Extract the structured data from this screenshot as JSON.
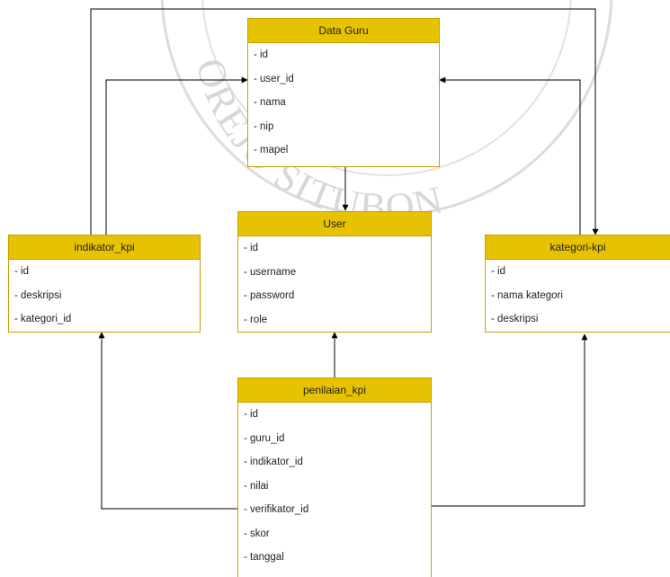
{
  "watermark": {
    "arc_text": "OREJO SITUBON",
    "color": "#d7d7d7"
  },
  "entities": [
    {
      "key": "data_guru",
      "title": "Data Guru",
      "fields": [
        "- id",
        "- user_id",
        "- nama",
        "- nip",
        "- mapel"
      ]
    },
    {
      "key": "user",
      "title": "User",
      "fields": [
        "- id",
        "- username",
        "- password",
        "- role"
      ]
    },
    {
      "key": "indikator_kpi",
      "title": "indikator_kpi",
      "fields": [
        "- id",
        "- deskripsi",
        "- kategori_id"
      ]
    },
    {
      "key": "kategori_kpi",
      "title": "kategori-kpi",
      "fields": [
        "- id",
        "- nama kategori",
        "- deskripsi"
      ]
    },
    {
      "key": "penilaian_kpi",
      "title": "penilaian_kpi",
      "fields": [
        "- id",
        "- guru_id",
        "- indikator_id",
        "- nilai",
        "- verifikator_id",
        "- skor",
        "- tanggal"
      ]
    }
  ],
  "colors": {
    "header_fill": "#e6c200",
    "border": "#c8a000",
    "connector": "#000000"
  }
}
